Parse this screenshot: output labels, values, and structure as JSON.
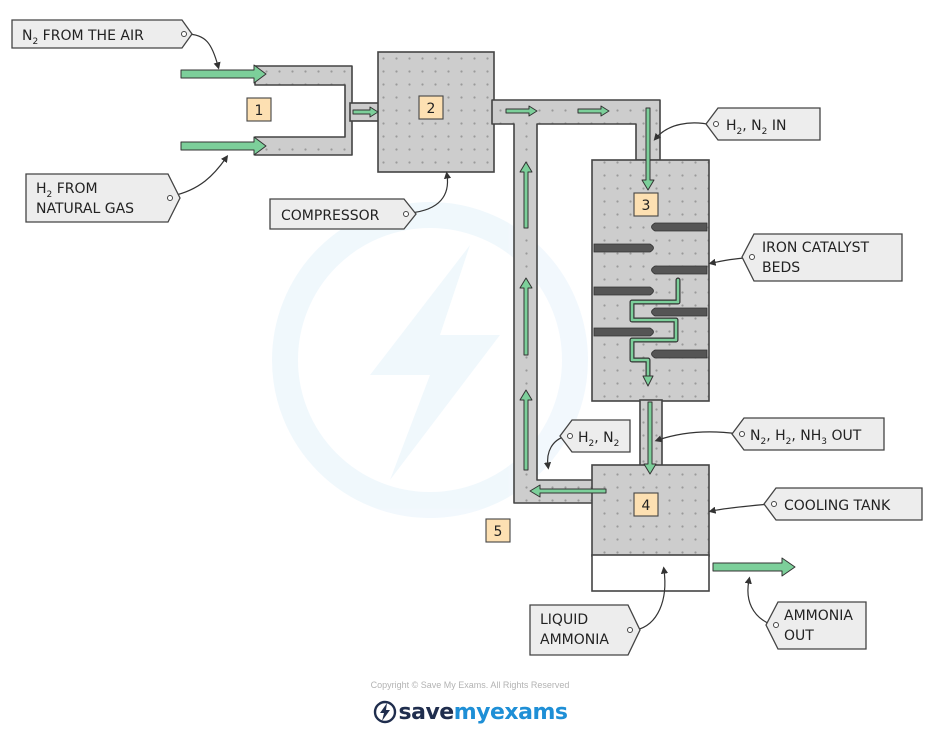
{
  "labels": {
    "n2_air": {
      "pre": "N",
      "sub": "2",
      "post": " FROM THE AIR"
    },
    "h2_gas": {
      "line1_pre": "H",
      "line1_sub": "2",
      "line1_post": " FROM",
      "line2": "NATURAL GAS"
    },
    "compressor": "COMPRESSOR",
    "h2n2_in": {
      "a": "H",
      "a_sub": "2",
      "mid": ", N",
      "b_sub": "2",
      "post": " IN"
    },
    "catalyst": {
      "line1": "IRON CATALYST",
      "line2": "BEDS"
    },
    "out_gases": {
      "a": "N",
      "a_sub": "2",
      "b": ", H",
      "b_sub": "2",
      "c": ", NH",
      "c_sub": "3",
      "post": " OUT"
    },
    "recycle": {
      "a": "H",
      "a_sub": "2",
      "mid": ", N",
      "b_sub": "2"
    },
    "cooling": "COOLING TANK",
    "liquid": {
      "line1": "LIQUID",
      "line2": "AMMONIA"
    },
    "ammonia_out": {
      "line1": "AMMONIA",
      "line2": "OUT"
    }
  },
  "numbers": [
    "1",
    "2",
    "3",
    "4",
    "5"
  ],
  "footer": {
    "copyright": "Copyright © Save My Exams. All Rights Reserved",
    "brand_a": "save",
    "brand_b": "my",
    "brand_c": "exams"
  },
  "colors": {
    "vessel_fill": "#cdcdcd",
    "arrow_green": "#7ccf9a",
    "outline": "#444444",
    "label_fill": "#ededed",
    "number_fill": "#fde0b2",
    "catalyst_bed": "#555555"
  }
}
